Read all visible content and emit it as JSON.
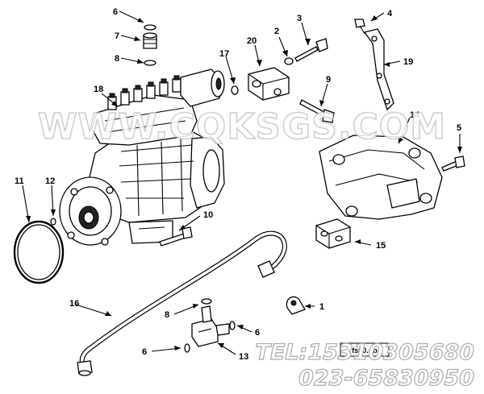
{
  "callouts": [
    {
      "id": "c6a",
      "label": "6"
    },
    {
      "id": "c7",
      "label": "7"
    },
    {
      "id": "c8a",
      "label": "8"
    },
    {
      "id": "c18",
      "label": "18"
    },
    {
      "id": "c17",
      "label": "17"
    },
    {
      "id": "c20",
      "label": "20"
    },
    {
      "id": "c2",
      "label": "2"
    },
    {
      "id": "c3",
      "label": "3"
    },
    {
      "id": "c4",
      "label": "4"
    },
    {
      "id": "c19",
      "label": "19"
    },
    {
      "id": "c9",
      "label": "9"
    },
    {
      "id": "c14",
      "label": "14"
    },
    {
      "id": "c5",
      "label": "5"
    },
    {
      "id": "c11",
      "label": "11"
    },
    {
      "id": "c12",
      "label": "12"
    },
    {
      "id": "c10",
      "label": "10"
    },
    {
      "id": "c15",
      "label": "15"
    },
    {
      "id": "c16",
      "label": "16"
    },
    {
      "id": "c8b",
      "label": "8"
    },
    {
      "id": "c6b",
      "label": "6"
    },
    {
      "id": "c1",
      "label": "1"
    },
    {
      "id": "c6c",
      "label": "6"
    },
    {
      "id": "c13",
      "label": "13"
    }
  ],
  "watermark": "WWW.CQKSGS.COM",
  "contact": {
    "tel": "TEL:15310305680",
    "phone": "023-65830950"
  },
  "stamp": "fs60.db"
}
